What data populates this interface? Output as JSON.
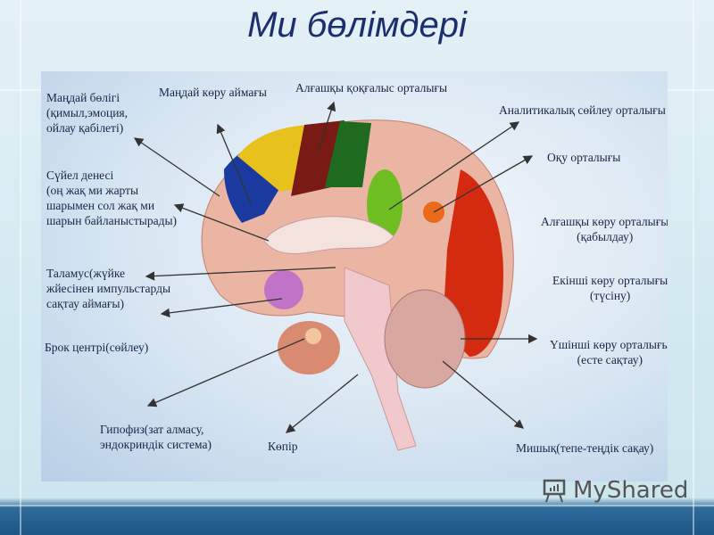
{
  "title": "Ми бөлімдері",
  "labels": {
    "frontal_lobe": [
      "Маңдай бөлігі",
      "(қимыл,эмоция,",
      "ойлау қабілеті)"
    ],
    "frontal_vision": "Маңдай көру аймағы",
    "primary_motor": "Алғашқы қоқғалыс орталығы",
    "analytic_speech": "Аналитикалық сөйлеу орталығы",
    "reading": "Оқу орталығы",
    "corpus_callosum": [
      "Сүйел денесі",
      "(оң жақ ми жарты",
      "шарымен сол жақ ми",
      "шарын байланыстырады)"
    ],
    "primary_visual": [
      "Алғашқы көру орталығы",
      "(қабылдау)"
    ],
    "thalamus": [
      "Таламус(жүйке",
      "жйесінен импульстарды",
      "сақтау аймағы)"
    ],
    "secondary_visual": [
      "Екінші көру орталығы",
      "(түсіну)"
    ],
    "broca": "Брок центрі(сөйлеу)",
    "tertiary_visual": [
      "Үшінші көру орталығы",
      "(есте сақтау)"
    ],
    "pituitary": [
      "Гипофиз(зат алмасу,",
      "эндокриндік система)"
    ],
    "pons": "Көпір",
    "cerebellum": "Мишық(тепе-теңдік сақау)"
  },
  "watermark": "MyShared"
}
